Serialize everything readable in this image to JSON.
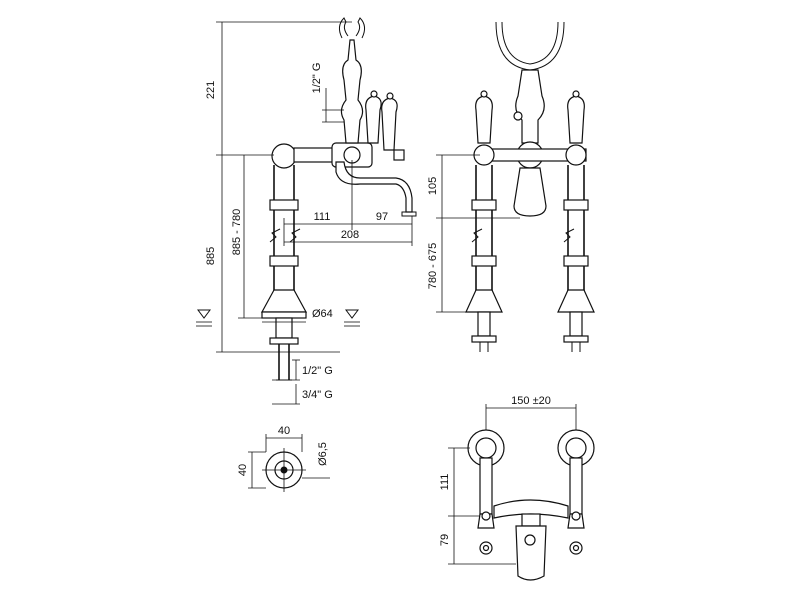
{
  "dimensions": {
    "d221": "221",
    "d_half_g_top": "1/2\" G",
    "d885": "885",
    "d885_780": "885 - 780",
    "d111": "111",
    "d97": "97",
    "d208": "208",
    "d64": "Ø64",
    "d_half_g_bottom": "1/2\" G",
    "d_3q_g": "3/4\" G",
    "d40_top": "40",
    "d40_side": "40",
    "d6_5": "Ø6,5",
    "d105": "105",
    "d780_675": "780 - 675",
    "d150": "150 ±20",
    "d111_plan": "111",
    "d79": "79"
  },
  "colors": {
    "line": "#111111",
    "background": "#ffffff"
  }
}
